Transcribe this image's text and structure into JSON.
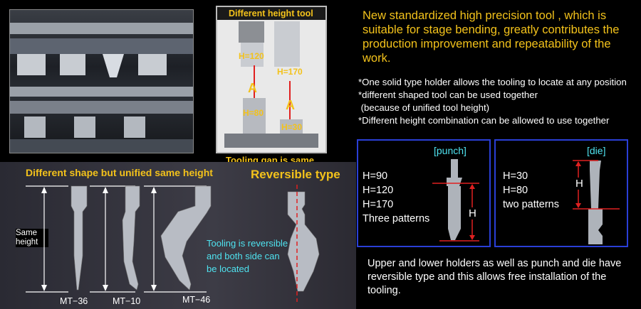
{
  "photo_tool": {
    "title": "Different  height tool",
    "caption": "Tooling gap is same",
    "labels": {
      "h120": "H=120",
      "h170": "H=170",
      "h80": "H=80",
      "h30": "H=30",
      "a1": "A",
      "a2": "A"
    }
  },
  "intro": "New standardized high precision tool , which is suitable for stage bending, greatly contributes the production improvement and repeatability of the work.",
  "notes": [
    "*One solid type holder allows the tooling to locate at any position",
    "*different shaped tool can be used together",
    " (because of unified tool height)",
    "*Different height combination can be allowed to use together"
  ],
  "punch_box": {
    "title": "[punch]",
    "lines": [
      "H=90",
      "H=120",
      "H=170",
      "Three patterns"
    ],
    "dim": "H"
  },
  "die_box": {
    "title": "[die]",
    "lines": [
      "H=30",
      "H=80",
      "two patterns"
    ],
    "dim": "H"
  },
  "shapes": {
    "title": "Different shape but unified same height",
    "side_label": "Same height",
    "names": [
      "MT−36",
      "MT−10",
      "MT−46"
    ]
  },
  "reversible": {
    "title": "Reversible type",
    "note": "Tooling is reversible and both side can be located"
  },
  "outro": "Upper and lower holders as well as punch and die have reversible type and this allows free installation of the tooling.",
  "colors": {
    "yellow": "#f3c21b",
    "blue_border": "#2a3fd6",
    "cyan": "#4fe3f0",
    "red": "#e02020"
  }
}
